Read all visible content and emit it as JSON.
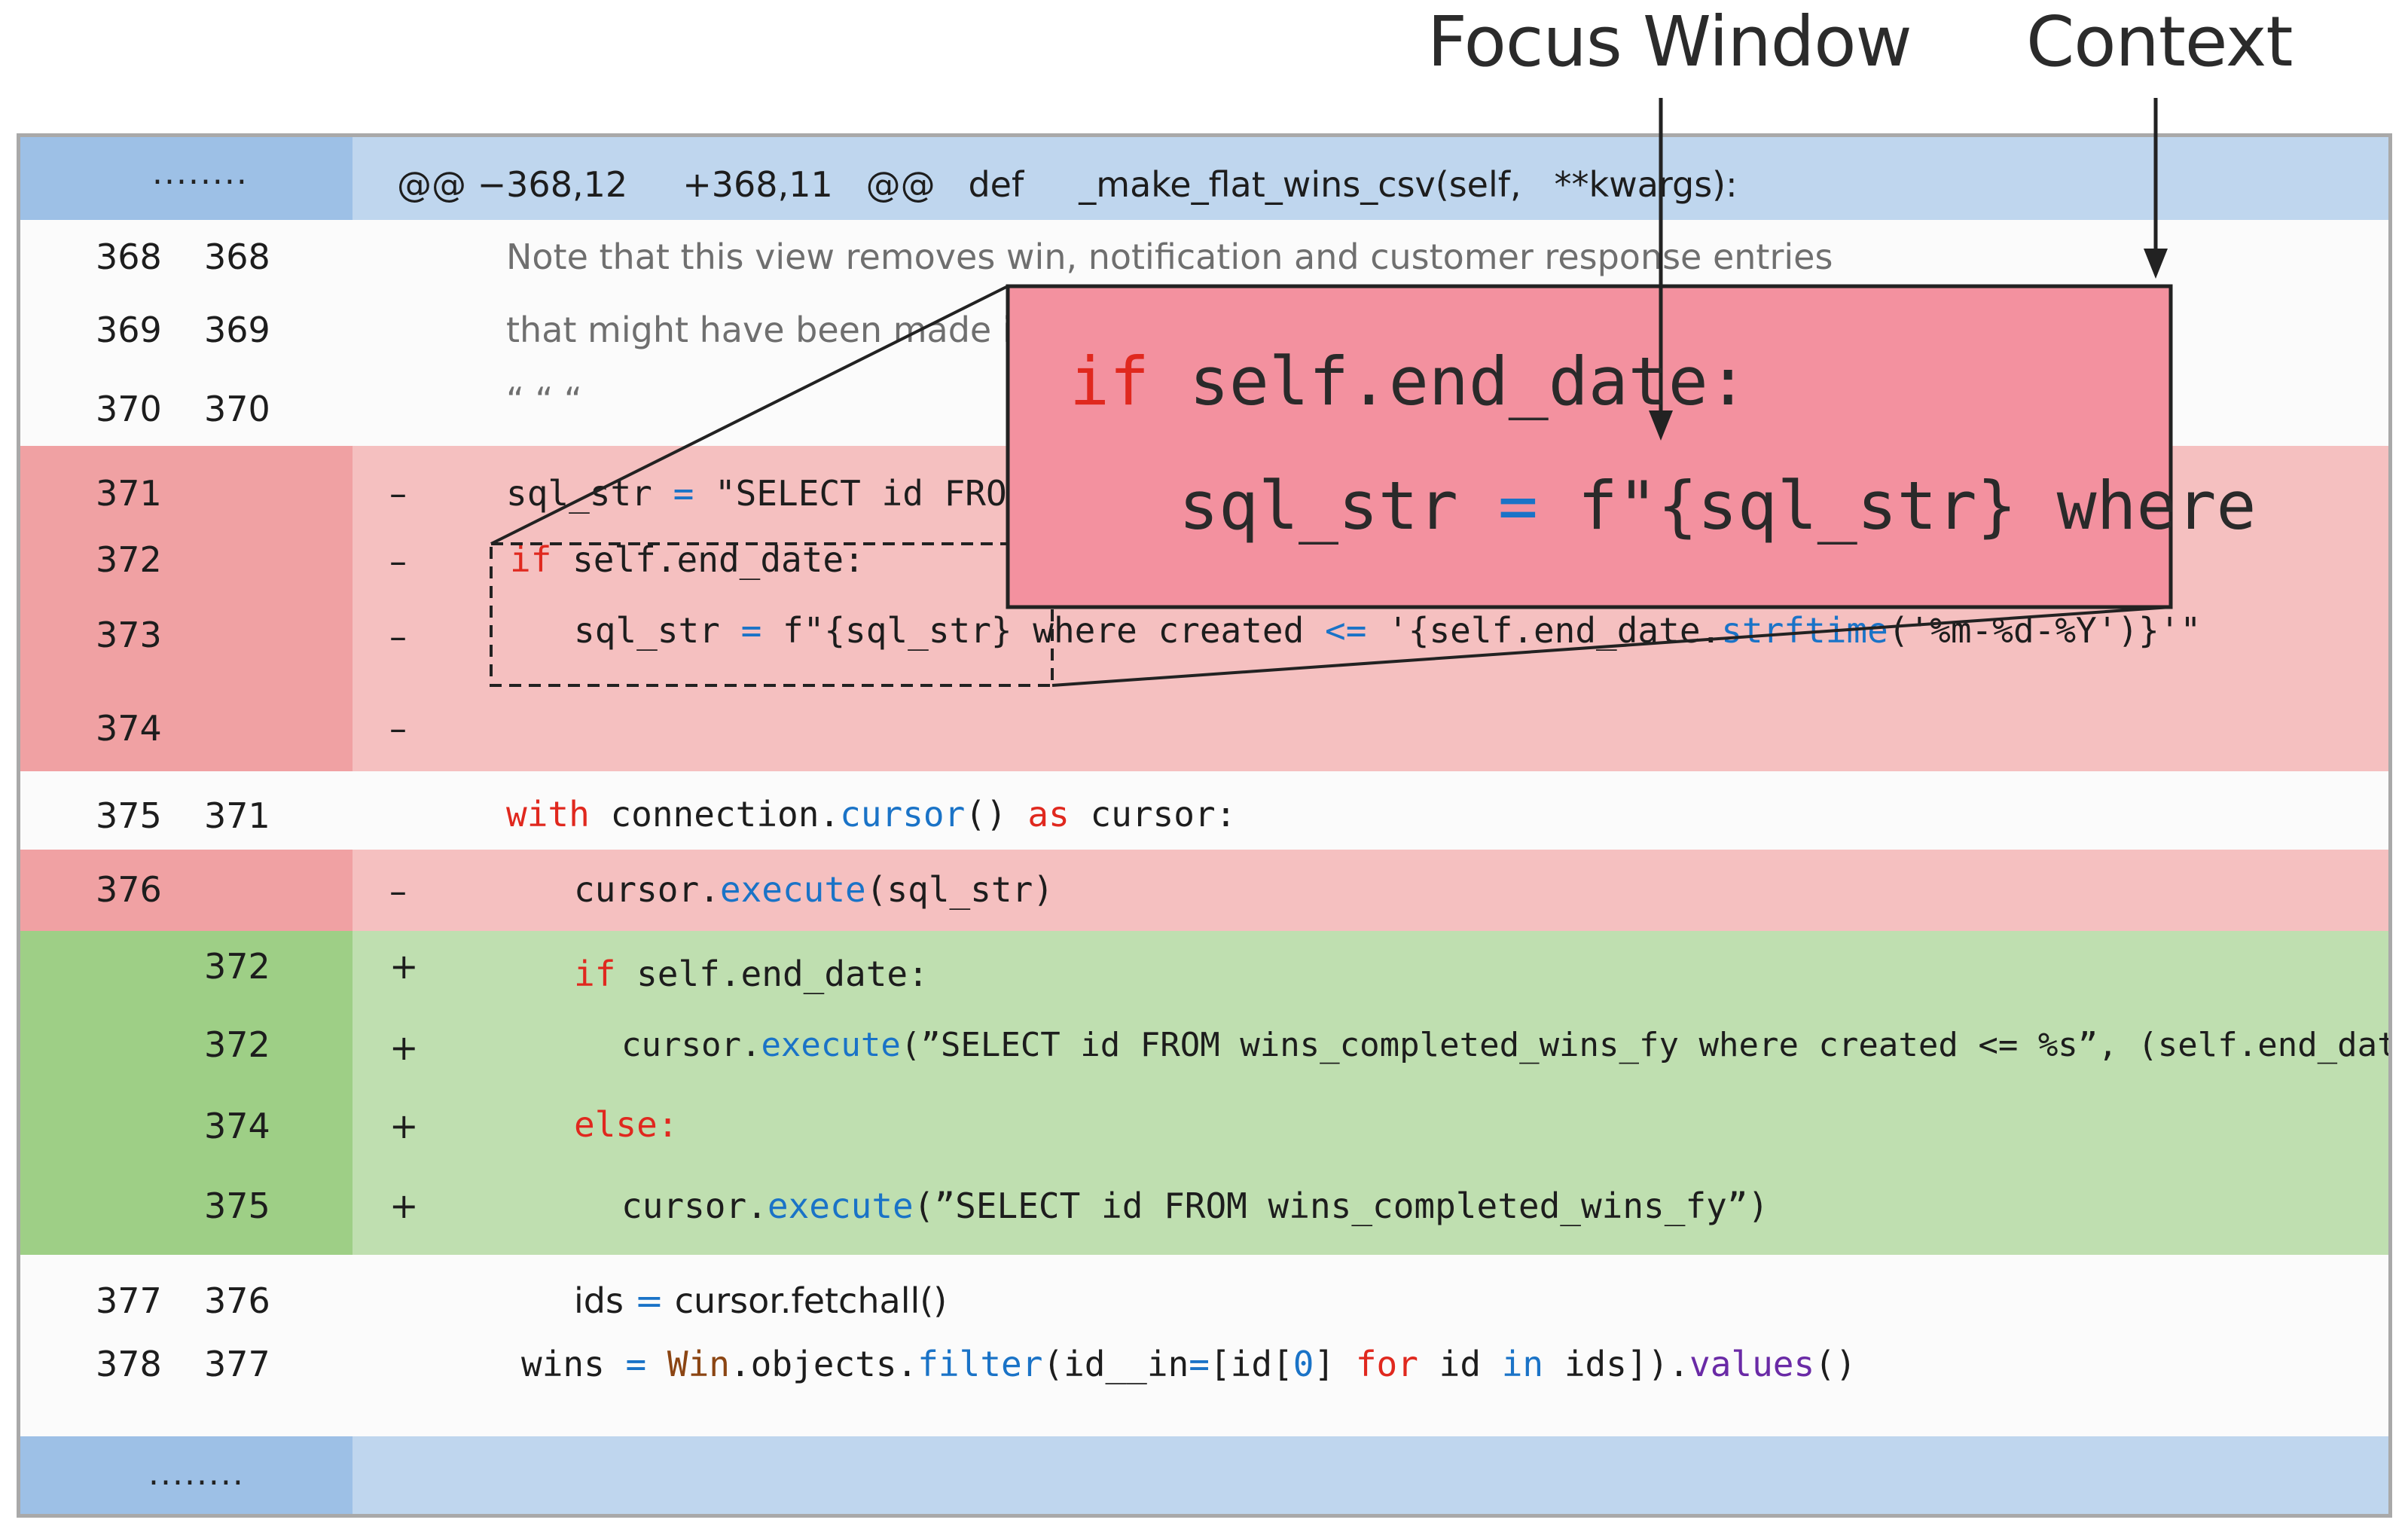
{
  "labels": {
    "focus_window": "Focus Window",
    "context": "Context"
  },
  "hunk_header": {
    "gutter": "........",
    "text": "@@ −368,12     +368,11   @@   def     _make_flat_wins_csv(self,   **kwargs):"
  },
  "footer": {
    "gutter": "........"
  },
  "lines": [
    {
      "old": "368",
      "new": "368",
      "sign": "",
      "text": "Note that this view removes win, notification and customer response entries"
    },
    {
      "old": "369",
      "new": "369",
      "sign": "",
      "text": "that might have been made ina"
    },
    {
      "old": "370",
      "new": "370",
      "sign": "",
      "text": "“ “ “"
    },
    {
      "old": "371",
      "new": "",
      "sign": "–",
      "text_a": "sql_str",
      "text_b": " = ",
      "text_c": "\"SELECT id FROM w"
    },
    {
      "old": "372",
      "new": "",
      "sign": "–",
      "text_a": "if",
      "text_b": " self.end_date:"
    },
    {
      "old": "373",
      "new": "",
      "sign": "–",
      "text_a": "sql_str ",
      "text_b": "=",
      "text_c": " f\"{sql_str} where created ",
      "text_d": "<=",
      "text_e": " '{self.end_date.",
      "text_f": "strftime",
      "text_g": "('%m-%d-%Y')}'\""
    },
    {
      "old": "374",
      "new": "",
      "sign": "–",
      "text": ""
    },
    {
      "old": "375",
      "new": "371",
      "sign": "",
      "text_a": "with",
      "text_b": " connection.",
      "text_c": "cursor",
      "text_d": "() ",
      "text_e": "as",
      "text_f": " cursor:"
    },
    {
      "old": "376",
      "new": "",
      "sign": "–",
      "text_a": "cursor.",
      "text_b": "execute",
      "text_c": "(sql_str)"
    },
    {
      "old": "",
      "new": "372",
      "sign": "+",
      "text_a": "if",
      "text_b": " self.end_date:"
    },
    {
      "old": "",
      "new": "372",
      "sign": "+",
      "text_a": "cursor.",
      "text_b": "execute",
      "text_c": "(”SELECT id FROM wins_completed_wins_fy where created <= %s”, (self.end_date))"
    },
    {
      "old": "",
      "new": "374",
      "sign": "+",
      "text_a": "else:"
    },
    {
      "old": "",
      "new": "375",
      "sign": "+",
      "text_a": "cursor.",
      "text_b": "execute",
      "text_c": "(”SELECT id FROM wins_completed_wins_fy”)"
    },
    {
      "old": "377",
      "new": "376",
      "sign": "",
      "text_a": "ids ",
      "text_b": "=",
      "text_c": " cursor.fetchall()"
    },
    {
      "old": "378",
      "new": "377",
      "sign": "",
      "text_a": "wins ",
      "text_b": "=",
      "text_c": " ",
      "text_d": "Win",
      "text_e": ".objects.",
      "text_f": "filter",
      "text_g": "(id__in",
      "text_h": "=",
      "text_i": "[id[",
      "text_j": "0",
      "text_k": "] ",
      "text_l": "for",
      "text_m": " id ",
      "text_n": "in",
      "text_o": " ids]).",
      "text_p": "values",
      "text_q": "()"
    }
  ],
  "focus": {
    "line1_kw": "if",
    "line1_rest": " self.end_date:",
    "line2_a": "sql_str ",
    "line2_eq": "=",
    "line2_b": " f\"{sql_str} where"
  },
  "colors": {
    "hunk_gutter": "#9dc0e6",
    "hunk_bg": "#bfd6ee",
    "del_gutter": "#f0a1a3",
    "del_bg": "#f5c0c0",
    "add_gutter": "#9ecf86",
    "add_bg": "#bfdfb0",
    "focus_box": "#f3919f"
  }
}
